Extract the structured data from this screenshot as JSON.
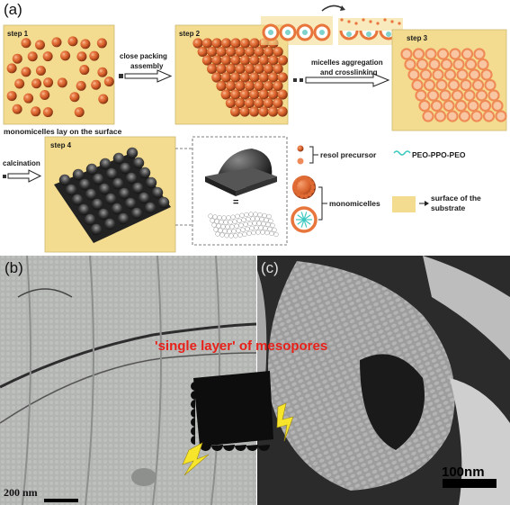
{
  "panel_a": {
    "letter": "(a)",
    "step1": "step 1",
    "step2": "step 2",
    "step3": "step 3",
    "step4": "step 4",
    "arrow1_line1": "close packing",
    "arrow1_line2": "assembly",
    "arrow2_line1": "micelles aggregation",
    "arrow2_line2": "and crosslinking",
    "caption1": "monomicelles lay on the surface",
    "calcination": "calcination",
    "equals": "=",
    "legend": {
      "resol": "resol precursor",
      "peo": "PEO-PPO-PEO",
      "monomicelles": "monomicelles",
      "surface_line1": "surface of the",
      "surface_line2": "substrate"
    }
  },
  "panel_b": {
    "letter": "(b)",
    "scale_label": "200 nm"
  },
  "panel_c": {
    "letter": "(c)",
    "scale_label": "100nm"
  },
  "overlay_text": "'single layer' of mesopores",
  "colors": {
    "substrate": "#f3dc8f",
    "micelle": "#d9622b",
    "micelle_dark": "#8a3414",
    "annotation_red": "#e8201a",
    "lightning": "#f6e52a"
  }
}
